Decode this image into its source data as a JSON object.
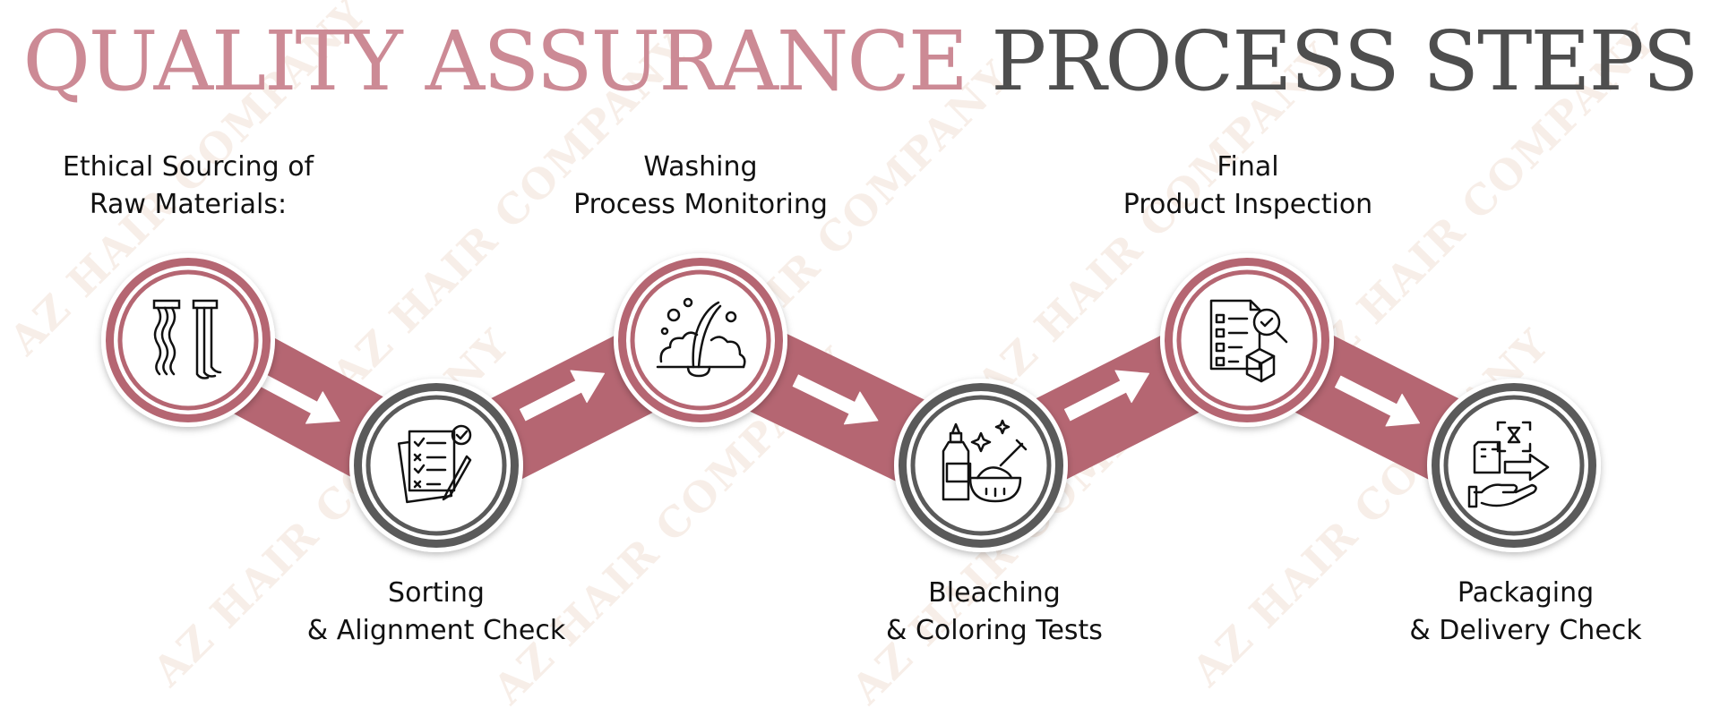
{
  "title": {
    "part1": "QUALITY ASSURANCE",
    "part2": "PROCESS STEPS"
  },
  "watermark_text": "AZ HAIR COMPANY",
  "colors": {
    "accent_pink": "#b56672",
    "title_pink": "#cc8a95",
    "title_gray": "#4e4e4e",
    "ring_gray": "#5a5a5a"
  },
  "steps": [
    {
      "line1": "Ethical Sourcing of",
      "line2": "Raw Materials:",
      "icon": "hair-extensions-icon",
      "ring": "pink"
    },
    {
      "line1": "Sorting",
      "line2": "& Alignment Check",
      "icon": "checklist-clipboard-icon",
      "ring": "gray"
    },
    {
      "line1": "Washing",
      "line2": "Process Monitoring",
      "icon": "hair-strand-washing-icon",
      "ring": "pink"
    },
    {
      "line1": "Bleaching",
      "line2": "& Coloring Tests",
      "icon": "dye-bottle-bowl-icon",
      "ring": "gray"
    },
    {
      "line1": "Final",
      "line2": "Product Inspection",
      "icon": "inspection-checklist-icon",
      "ring": "pink"
    },
    {
      "line1": "Packaging",
      "line2": "& Delivery Check",
      "icon": "package-delivery-icon",
      "ring": "gray"
    }
  ]
}
